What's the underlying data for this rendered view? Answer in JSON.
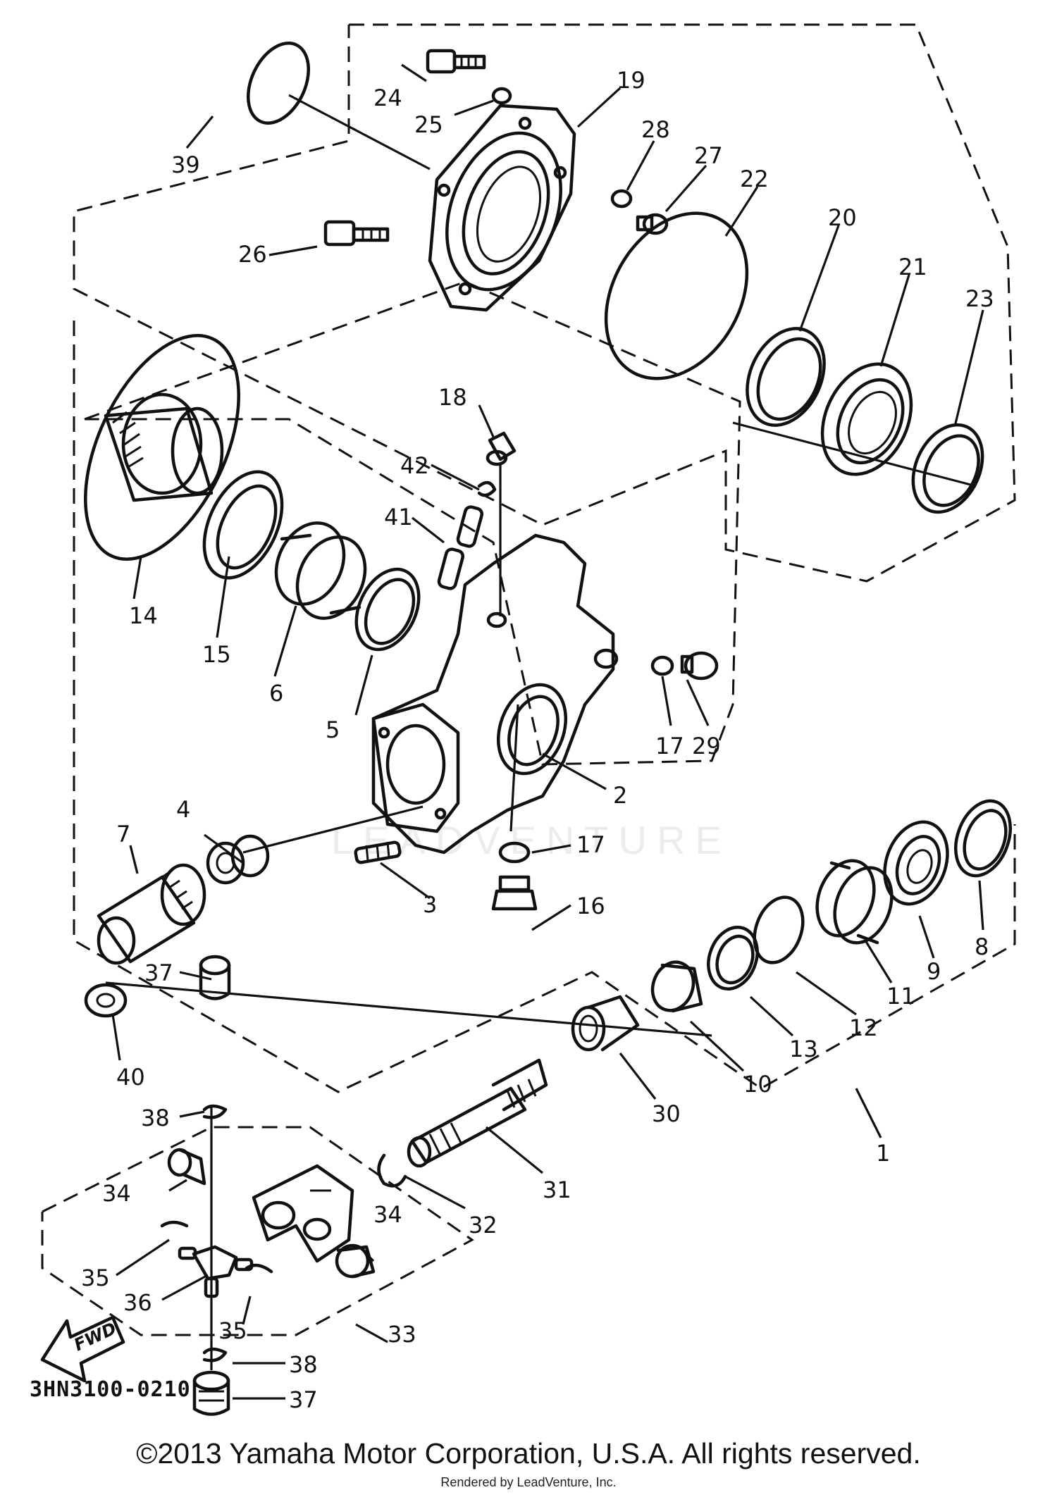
{
  "diagram": {
    "code": "3HN3100-0210",
    "fwd_label": "FWD",
    "watermark": "LEADVENTURE",
    "callouts": [
      {
        "id": "c1",
        "label": "1"
      },
      {
        "id": "c2",
        "label": "2"
      },
      {
        "id": "c3",
        "label": "3"
      },
      {
        "id": "c4",
        "label": "4"
      },
      {
        "id": "c5",
        "label": "5"
      },
      {
        "id": "c6",
        "label": "6"
      },
      {
        "id": "c7",
        "label": "7"
      },
      {
        "id": "c8",
        "label": "8"
      },
      {
        "id": "c9",
        "label": "9"
      },
      {
        "id": "c10",
        "label": "10"
      },
      {
        "id": "c11",
        "label": "11"
      },
      {
        "id": "c12",
        "label": "12"
      },
      {
        "id": "c13",
        "label": "13"
      },
      {
        "id": "c14",
        "label": "14"
      },
      {
        "id": "c15",
        "label": "15"
      },
      {
        "id": "c16",
        "label": "16"
      },
      {
        "id": "c17a",
        "label": "17"
      },
      {
        "id": "c17b",
        "label": "17"
      },
      {
        "id": "c18",
        "label": "18"
      },
      {
        "id": "c19",
        "label": "19"
      },
      {
        "id": "c20",
        "label": "20"
      },
      {
        "id": "c21",
        "label": "21"
      },
      {
        "id": "c22",
        "label": "22"
      },
      {
        "id": "c23",
        "label": "23"
      },
      {
        "id": "c24",
        "label": "24"
      },
      {
        "id": "c25",
        "label": "25"
      },
      {
        "id": "c26",
        "label": "26"
      },
      {
        "id": "c27",
        "label": "27"
      },
      {
        "id": "c28",
        "label": "28"
      },
      {
        "id": "c29",
        "label": "29"
      },
      {
        "id": "c30",
        "label": "30"
      },
      {
        "id": "c31",
        "label": "31"
      },
      {
        "id": "c32",
        "label": "32"
      },
      {
        "id": "c33",
        "label": "33"
      },
      {
        "id": "c34a",
        "label": "34"
      },
      {
        "id": "c34b",
        "label": "34"
      },
      {
        "id": "c35a",
        "label": "35"
      },
      {
        "id": "c35b",
        "label": "35"
      },
      {
        "id": "c36",
        "label": "36"
      },
      {
        "id": "c37a",
        "label": "37"
      },
      {
        "id": "c37b",
        "label": "37"
      },
      {
        "id": "c38a",
        "label": "38"
      },
      {
        "id": "c38b",
        "label": "38"
      },
      {
        "id": "c39",
        "label": "39"
      },
      {
        "id": "c40",
        "label": "40"
      },
      {
        "id": "c41",
        "label": "41"
      },
      {
        "id": "c42",
        "label": "42"
      }
    ]
  },
  "footer": {
    "copyright": "©2013 Yamaha Motor Corporation, U.S.A. All rights reserved.",
    "rendered_by": "Rendered by LeadVenture, Inc."
  }
}
